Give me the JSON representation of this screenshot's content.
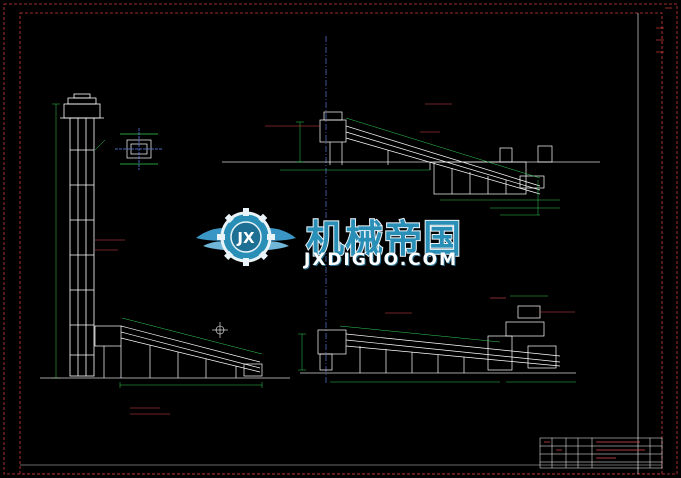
{
  "watermark": {
    "name_cn": "机械帝国",
    "domain": "JXDIGUO.COM",
    "emblem_letters": "JX"
  },
  "colors": {
    "background": "#000000",
    "frame_dashed": "#d03a3a",
    "structure": "#ffffff",
    "dimension": "#30d050",
    "annotation": "#e04a4a",
    "centerline": "#6a8cff",
    "watermark_blue": "#2a8fb7"
  }
}
